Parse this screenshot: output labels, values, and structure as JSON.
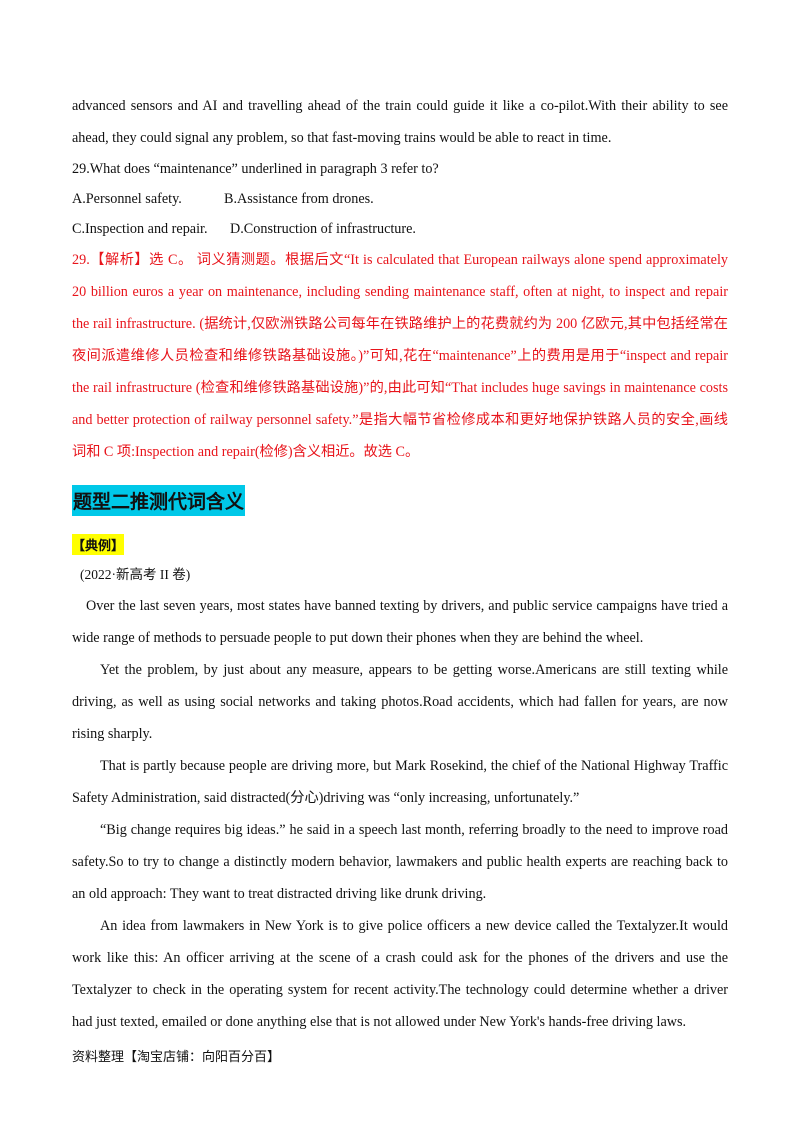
{
  "top_passage": {
    "line1": "advanced sensors and AI and travelling ahead of the train could guide it like a co-pilot.With their ability to see",
    "line2": "ahead, they could signal any problem, so that fast-moving trains would be able to react in time."
  },
  "question": {
    "stem": "29.What does “maintenance” underlined in paragraph 3 refer to?",
    "option_a": "A.Personnel safety.",
    "option_b": "B.Assistance from drones.",
    "option_c": "C.Inspection and repair.",
    "option_d": "D.Construction of infrastructure."
  },
  "analysis": {
    "text": "29.【解析】选 C。 词义猜测题。根据后文“It is calculated that European railways alone spend approximately 20 billion euros a year on maintenance, including sending maintenance staff, often at night, to inspect and repair the rail infrastructure. (据统计,仅欧洲铁路公司每年在铁路维护上的花费就约为 200 亿欧元,其中包括经常在夜间派遣维修人员检查和维修铁路基础设施。)”可知,花在“maintenance”上的费用是用于“inspect and repair the rail infrastructure (检查和维修铁路基础设施)”的,由此可知“That includes huge savings in maintenance costs and better protection of railway personnel safety.”是指大幅节省检修成本和更好地保护铁路人员的安全,画线词和 C 项:Inspection and repair(检修)含义相近。故选 C。"
  },
  "section_heading": "题型二推测代词含义",
  "example_tag": "【典例】",
  "source_note": "(2022·新高考 II 卷)",
  "passage": {
    "p1": "Over the last seven years, most states have banned texting by drivers, and public service campaigns have tried a wide range of methods to persuade people to put down their phones when they are behind the wheel.",
    "p2": "Yet the problem, by just about any measure, appears to be getting worse.Americans are still texting while driving, as well as using social networks and taking photos.Road accidents, which had fallen for years, are now rising sharply.",
    "p3": "That is partly because people are driving more, but Mark Rosekind, the chief of the National Highway Traffic Safety Administration, said distracted(分心)driving was “only increasing, unfortunately.”",
    "p4": "“Big change requires big ideas.” he said in a speech last month, referring broadly to the need to improve road safety.So to try to change a distinctly modern behavior, lawmakers and public health experts are reaching back to an old approach: They want to treat distracted driving like drunk driving.",
    "p5": "An idea from lawmakers in New York is to give police officers a new device called the Textalyzer.It would work like this: An officer arriving at the scene of a crash could ask for the phones of the drivers and use the Textalyzer to check in the operating system for recent activity.The technology could determine whether a driver had just texted, emailed or done anything else that is not allowed under New York's hands-free driving laws."
  },
  "footer": "资料整理【淘宝店铺：向阳百分百】"
}
